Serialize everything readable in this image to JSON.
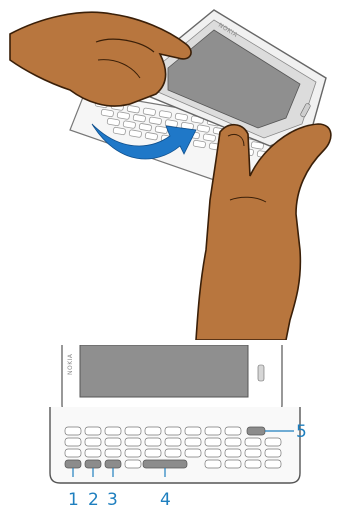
{
  "illustration_open": {
    "brand_logo": "NOKIA",
    "arrow_color": "#1f78c8",
    "skin_color": "#b8763e",
    "screen_color": "#8f8f8f"
  },
  "illustration_keys": {
    "brand_logo": "NOKIA",
    "callouts": [
      {
        "number": "1",
        "target": "function-key"
      },
      {
        "number": "2",
        "target": "shift-key"
      },
      {
        "number": "3",
        "target": "sym-key"
      },
      {
        "number": "4",
        "target": "space-key"
      },
      {
        "number": "5",
        "target": "backspace-key"
      }
    ],
    "callout_color": "#1e7fbf"
  }
}
